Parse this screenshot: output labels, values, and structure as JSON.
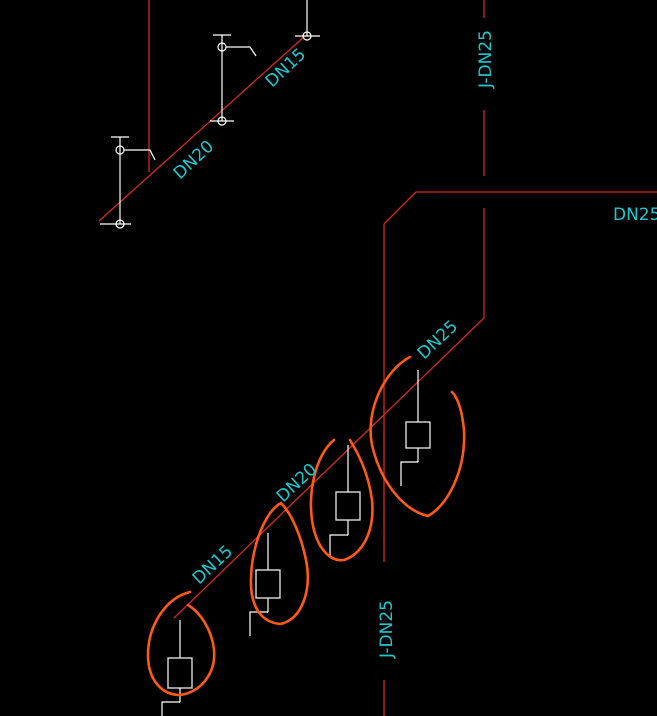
{
  "colors": {
    "background": "#000000",
    "pipe": "#d42a1e",
    "fixture": "#ffffff",
    "label": "#19c9d2",
    "annotation": "#ff5a14"
  },
  "labels": {
    "dn15_top": "DN15",
    "dn20_top": "DN20",
    "riser_top": "J-DN25",
    "dn25_right": "DN25",
    "dn25_branch": "DN25",
    "dn20_branch": "DN20",
    "dn15_branch": "DN15",
    "riser_bottom": "J-DN25"
  }
}
